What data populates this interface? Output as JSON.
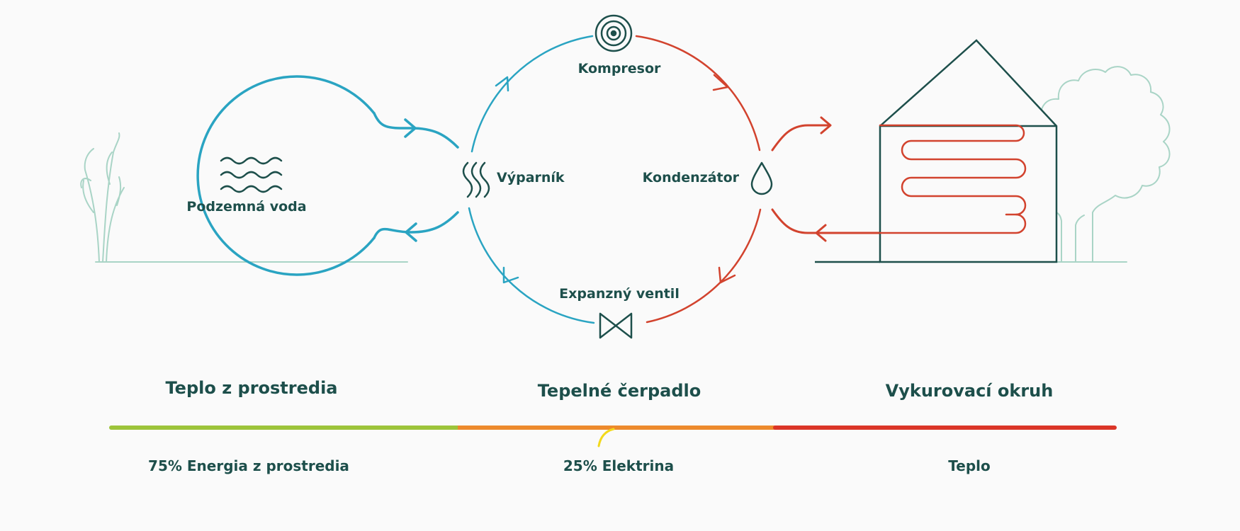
{
  "colors": {
    "text": "#1d4f4b",
    "blue": "#2aa4c2",
    "red": "#d2432e",
    "dark": "#1d4f4b",
    "plant": "#a9d4c6",
    "green_bar": "#9dc43a",
    "orange_bar": "#ed8a2c",
    "red_bar": "#db3527",
    "yellow": "#f2d91b"
  },
  "diagram": {
    "groundwater": {
      "label": "Podzemná voda",
      "icon": "waves-icon"
    },
    "compressor": {
      "label": "Kompresor",
      "icon": "spiral-icon"
    },
    "evaporator": {
      "label": "Výparník",
      "icon": "steam-icon"
    },
    "condenser": {
      "label": "Kondenzátor",
      "icon": "droplet-icon"
    },
    "expansion_valve": {
      "label": "Expanzný ventil",
      "icon": "valve-icon"
    },
    "house": {
      "icon": "house-icon"
    },
    "tree": {
      "icon": "tree-icon"
    },
    "plant": {
      "icon": "plant-icon"
    }
  },
  "sections": [
    {
      "title": "Teplo z prostredia",
      "bottom_label": "75% Energia z prostredia",
      "bar_color": "#9dc43a"
    },
    {
      "title": "Tepelné čerpadlo",
      "bottom_label": "25% Elektrina",
      "bar_color": "#ed8a2c"
    },
    {
      "title": "Vykurovací okruh",
      "bottom_label": "Teplo",
      "bar_color": "#db3527"
    }
  ]
}
